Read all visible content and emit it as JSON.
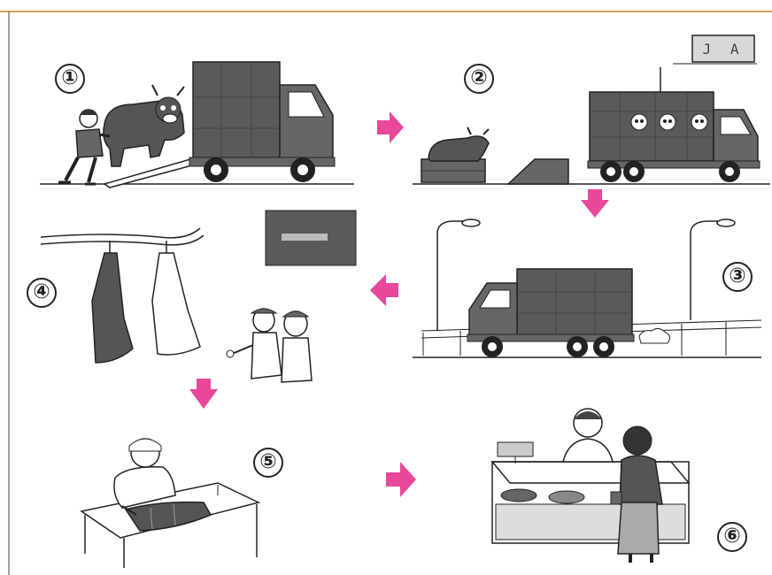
{
  "steps": [
    {
      "number": "①"
    },
    {
      "number": "②"
    },
    {
      "number": "③"
    },
    {
      "number": "④"
    },
    {
      "number": "⑤"
    },
    {
      "number": "⑥"
    }
  ],
  "signs": {
    "ja": "J A"
  },
  "colors": {
    "arrow": "#e8489a",
    "truck_body": "#5a5a5a",
    "truck_cab": "#666666",
    "cattle": "#555555",
    "outline": "#222222",
    "carcass_dark": "#555555",
    "frame": "#d2a85a"
  },
  "icons": [
    "farmer",
    "cow",
    "truck",
    "cattle-pen",
    "street-lamp",
    "carcass",
    "inspector",
    "butcher",
    "shop-clerk",
    "customer",
    "scale"
  ]
}
